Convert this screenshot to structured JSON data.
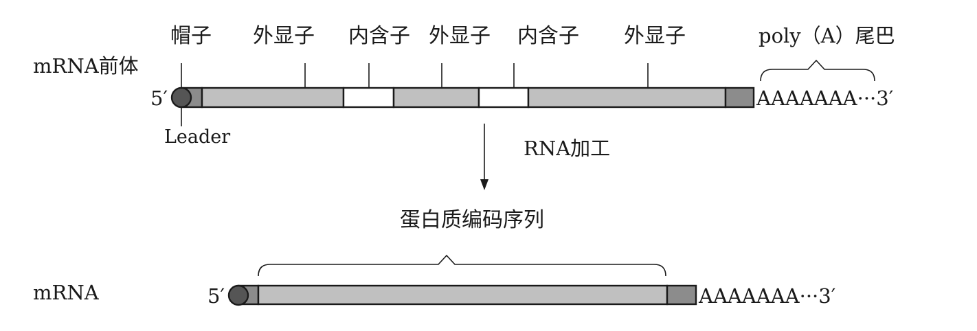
{
  "precursor": {
    "label": "mRNA前体",
    "five_prime": "5′",
    "three_prime_tail": "AAAAAAA···3′",
    "leader_label": "Leader",
    "segment_labels": [
      "帽子",
      "外显子",
      "内含子",
      "外显子",
      "内含子",
      "外显子"
    ],
    "polyA_label": "poly（A）尾巴"
  },
  "process": {
    "label": "RNA加工"
  },
  "mature": {
    "label": "mRNA",
    "five_prime": "5′",
    "three_prime_tail": "AAAAAAA···3′",
    "coding_label": "蛋白质编码序列"
  },
  "colors": {
    "exon_fill": "#c0c0c0",
    "intron_fill": "#ffffff",
    "cap_fill": "#555555",
    "tail_block_fill": "#8c8c8c",
    "stroke": "#1a1a1a"
  }
}
